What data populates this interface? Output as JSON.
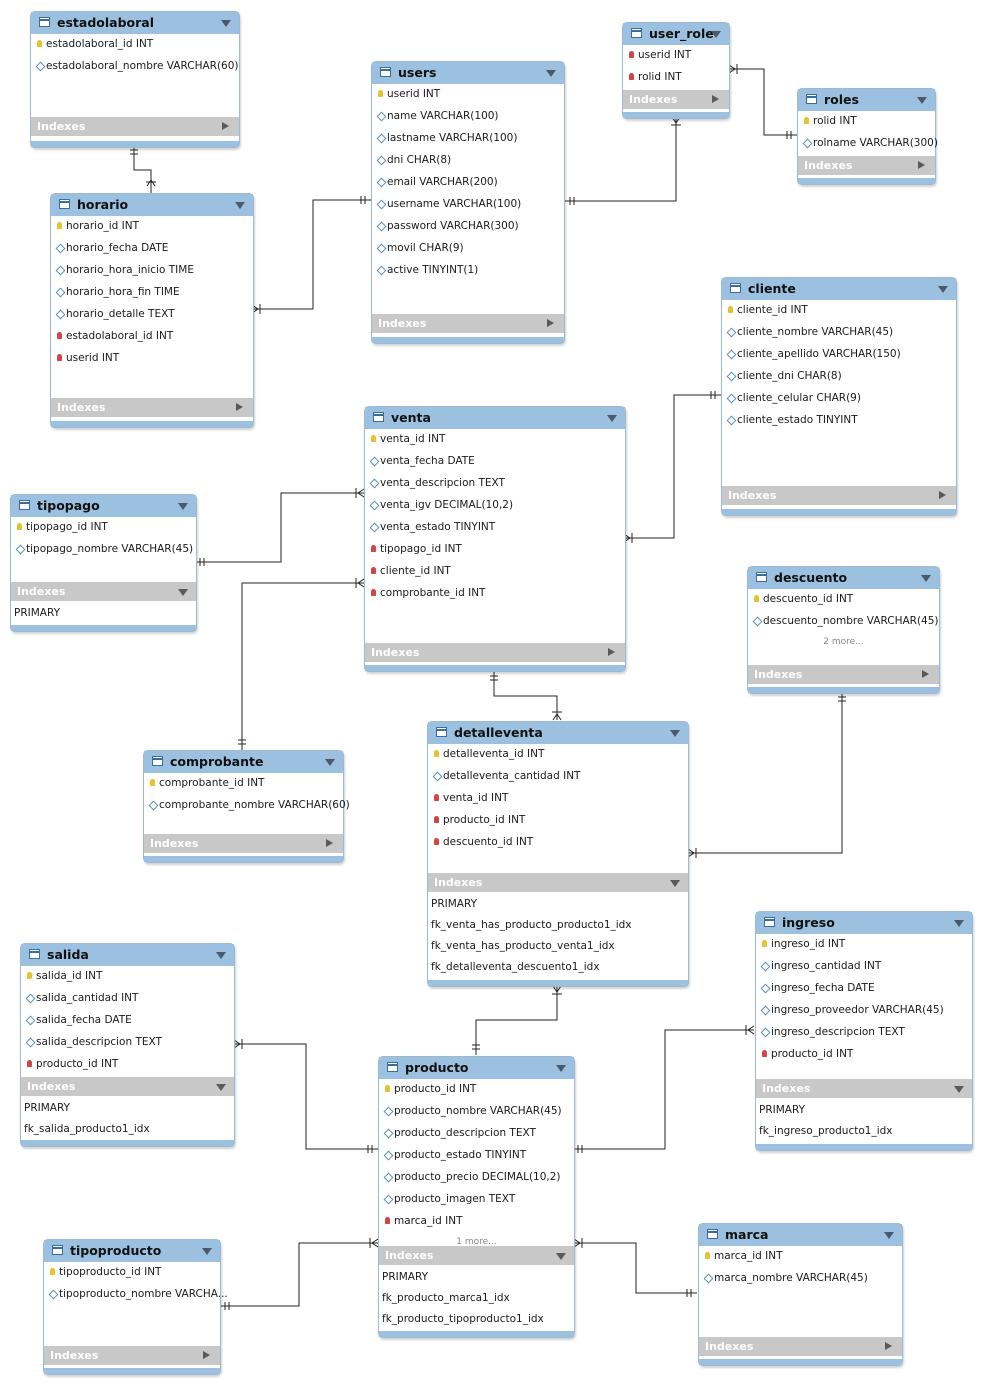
{
  "tables": {
    "estadolaboral": {
      "name": "estadolaboral",
      "columns": [
        {
          "k": "pk",
          "t": "estadolaboral_id INT"
        },
        {
          "k": "col",
          "t": "estadolaboral_nombre VARCHAR(60)"
        }
      ],
      "indexes_label": "Indexes"
    },
    "users": {
      "name": "users",
      "columns": [
        {
          "k": "pk",
          "t": "userid INT"
        },
        {
          "k": "col",
          "t": "name VARCHAR(100)"
        },
        {
          "k": "col",
          "t": "lastname VARCHAR(100)"
        },
        {
          "k": "col",
          "t": "dni CHAR(8)"
        },
        {
          "k": "col",
          "t": "email VARCHAR(200)"
        },
        {
          "k": "col",
          "t": "username VARCHAR(100)"
        },
        {
          "k": "col",
          "t": "password VARCHAR(300)"
        },
        {
          "k": "col",
          "t": "movil CHAR(9)"
        },
        {
          "k": "col",
          "t": "active TINYINT(1)"
        }
      ],
      "indexes_label": "Indexes"
    },
    "user_role": {
      "name": "user_role",
      "columns": [
        {
          "k": "fk",
          "t": "userid INT"
        },
        {
          "k": "fk",
          "t": "rolid INT"
        }
      ],
      "indexes_label": "Indexes"
    },
    "roles": {
      "name": "roles",
      "columns": [
        {
          "k": "pk",
          "t": "rolid INT"
        },
        {
          "k": "col",
          "t": "rolname VARCHAR(300)"
        }
      ],
      "indexes_label": "Indexes"
    },
    "horario": {
      "name": "horario",
      "columns": [
        {
          "k": "pk",
          "t": "horario_id INT"
        },
        {
          "k": "col",
          "t": "horario_fecha DATE"
        },
        {
          "k": "col",
          "t": "horario_hora_inicio TIME"
        },
        {
          "k": "col",
          "t": "horario_hora_fin TIME"
        },
        {
          "k": "col",
          "t": "horario_detalle TEXT"
        },
        {
          "k": "fk",
          "t": "estadolaboral_id INT"
        },
        {
          "k": "fk",
          "t": "userid INT"
        }
      ],
      "indexes_label": "Indexes"
    },
    "cliente": {
      "name": "cliente",
      "columns": [
        {
          "k": "pk",
          "t": "cliente_id INT"
        },
        {
          "k": "col",
          "t": "cliente_nombre VARCHAR(45)"
        },
        {
          "k": "col",
          "t": "cliente_apellido VARCHAR(150)"
        },
        {
          "k": "col",
          "t": "cliente_dni CHAR(8)"
        },
        {
          "k": "col",
          "t": "cliente_celular CHAR(9)"
        },
        {
          "k": "col",
          "t": "cliente_estado TINYINT"
        }
      ],
      "indexes_label": "Indexes"
    },
    "venta": {
      "name": "venta",
      "columns": [
        {
          "k": "pk",
          "t": "venta_id INT"
        },
        {
          "k": "col",
          "t": "venta_fecha DATE"
        },
        {
          "k": "col",
          "t": "venta_descripcion TEXT"
        },
        {
          "k": "col",
          "t": "venta_igv DECIMAL(10,2)"
        },
        {
          "k": "col",
          "t": "venta_estado TINYINT"
        },
        {
          "k": "fk",
          "t": "tipopago_id INT"
        },
        {
          "k": "fk",
          "t": "cliente_id INT"
        },
        {
          "k": "fk",
          "t": "comprobante_id INT"
        }
      ],
      "indexes_label": "Indexes"
    },
    "tipopago": {
      "name": "tipopago",
      "columns": [
        {
          "k": "pk",
          "t": "tipopago_id INT"
        },
        {
          "k": "col",
          "t": "tipopago_nombre VARCHAR(45)"
        }
      ],
      "indexes_label": "Indexes",
      "indexes": [
        "PRIMARY"
      ]
    },
    "descuento": {
      "name": "descuento",
      "columns": [
        {
          "k": "pk",
          "t": "descuento_id INT"
        },
        {
          "k": "col",
          "t": "descuento_nombre VARCHAR(45)"
        }
      ],
      "more": "2 more...",
      "indexes_label": "Indexes"
    },
    "comprobante": {
      "name": "comprobante",
      "columns": [
        {
          "k": "pk",
          "t": "comprobante_id INT"
        },
        {
          "k": "col",
          "t": "comprobante_nombre VARCHAR(60)"
        }
      ],
      "indexes_label": "Indexes"
    },
    "detalleventa": {
      "name": "detalleventa",
      "columns": [
        {
          "k": "pk",
          "t": "detalleventa_id INT"
        },
        {
          "k": "col",
          "t": "detalleventa_cantidad INT"
        },
        {
          "k": "fk",
          "t": "venta_id INT"
        },
        {
          "k": "fk",
          "t": "producto_id INT"
        },
        {
          "k": "fk",
          "t": "descuento_id INT"
        }
      ],
      "indexes_label": "Indexes",
      "indexes": [
        "PRIMARY",
        "fk_venta_has_producto_producto1_idx",
        "fk_venta_has_producto_venta1_idx",
        "fk_detalleventa_descuento1_idx"
      ]
    },
    "ingreso": {
      "name": "ingreso",
      "columns": [
        {
          "k": "pk",
          "t": "ingreso_id INT"
        },
        {
          "k": "col",
          "t": "ingreso_cantidad INT"
        },
        {
          "k": "col",
          "t": "ingreso_fecha DATE"
        },
        {
          "k": "col",
          "t": "ingreso_proveedor VARCHAR(45)"
        },
        {
          "k": "col",
          "t": "ingreso_descripcion TEXT"
        },
        {
          "k": "fk",
          "t": "producto_id INT"
        }
      ],
      "indexes_label": "Indexes",
      "indexes": [
        "PRIMARY",
        "fk_ingreso_producto1_idx"
      ]
    },
    "salida": {
      "name": "salida",
      "columns": [
        {
          "k": "pk",
          "t": "salida_id INT"
        },
        {
          "k": "col",
          "t": "salida_cantidad INT"
        },
        {
          "k": "col",
          "t": "salida_fecha DATE"
        },
        {
          "k": "col",
          "t": "salida_descripcion TEXT"
        },
        {
          "k": "fk",
          "t": "producto_id INT"
        }
      ],
      "indexes_label": "Indexes",
      "indexes": [
        "PRIMARY",
        "fk_salida_producto1_idx"
      ]
    },
    "producto": {
      "name": "producto",
      "columns": [
        {
          "k": "pk",
          "t": "producto_id INT"
        },
        {
          "k": "col",
          "t": "producto_nombre VARCHAR(45)"
        },
        {
          "k": "col",
          "t": "producto_descripcion TEXT"
        },
        {
          "k": "col",
          "t": "producto_estado TINYINT"
        },
        {
          "k": "col",
          "t": "producto_precio DECIMAL(10,2)"
        },
        {
          "k": "col",
          "t": "producto_imagen TEXT"
        },
        {
          "k": "fk",
          "t": "marca_id INT"
        }
      ],
      "more": "1 more...",
      "indexes_label": "Indexes",
      "indexes": [
        "PRIMARY",
        "fk_producto_marca1_idx",
        "fk_producto_tipoproducto1_idx"
      ]
    },
    "tipoproducto": {
      "name": "tipoproducto",
      "columns": [
        {
          "k": "pk",
          "t": "tipoproducto_id INT"
        },
        {
          "k": "col",
          "t": "tipoproducto_nombre VARCHA..."
        }
      ],
      "indexes_label": "Indexes"
    },
    "marca": {
      "name": "marca",
      "columns": [
        {
          "k": "pk",
          "t": "marca_id INT"
        },
        {
          "k": "col",
          "t": "marca_nombre VARCHAR(45)"
        }
      ],
      "indexes_label": "Indexes"
    }
  },
  "colors": {
    "header": "#9cc0df",
    "indexes_bar": "#c8c8c8",
    "line": "#222222",
    "pk_key": "#e8c22e",
    "fk_key": "#d04545"
  },
  "icons": {
    "table": "table-icon",
    "pk": "primary-key-icon",
    "fk": "foreign-key-icon",
    "col": "column-diamond-icon"
  }
}
